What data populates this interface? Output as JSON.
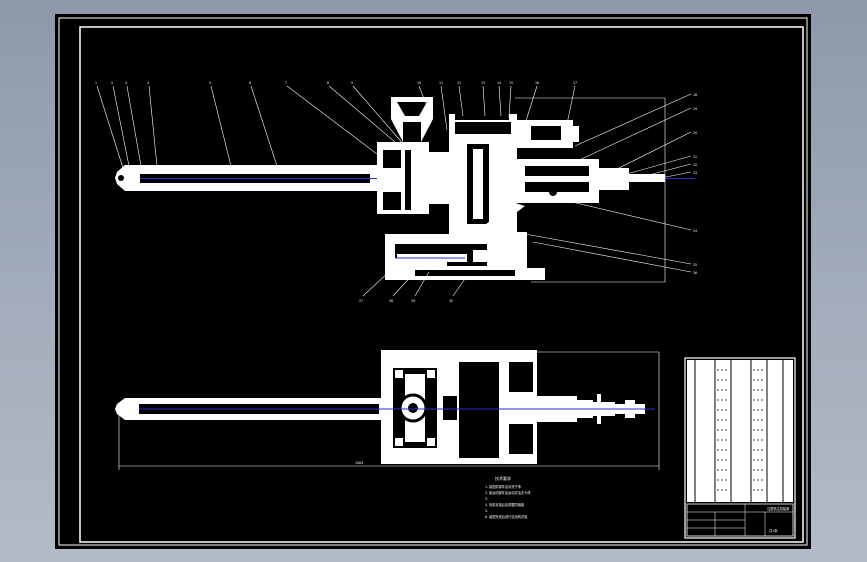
{
  "window": {
    "background": "#9aa5b4",
    "canvas_background": "#000000"
  },
  "drawing": {
    "line_color": "#ffffff",
    "centerline_color": "#2233cc",
    "dimension_value": "1084",
    "tech_requirements": {
      "title": "技术要求",
      "items": [
        "1. 装配前零件应清洗干净",
        "2. 各运动部件应运动灵活无卡滞",
        "3.",
        "4. 电机安装后应调整同轴度",
        "5.",
        "6. 装配完成后进行空运转试验"
      ]
    },
    "title_block": {
      "drawing_name": "注塑机注射装置",
      "sheet_label": "共1张"
    }
  }
}
